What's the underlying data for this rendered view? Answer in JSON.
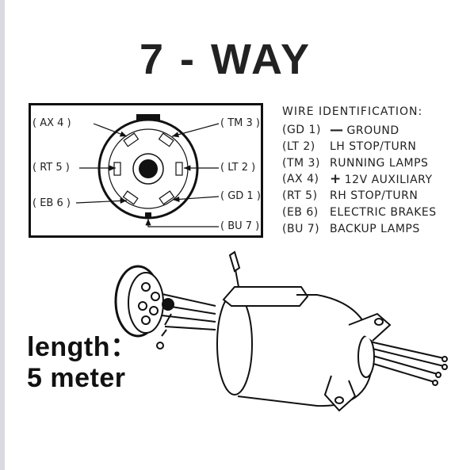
{
  "title": "7 - WAY",
  "pin_labels": {
    "ax4": "( AX 4 )",
    "rt5": "( RT 5 )",
    "eb6": "( EB 6 )",
    "tm3": "( TM 3 )",
    "lt2": "( LT 2 )",
    "gd1": "( GD 1 )",
    "bu7": "( BU 7 )"
  },
  "legend": {
    "heading": "WIRE IDENTIFICATION:",
    "rows": [
      {
        "code": "(GD 1)",
        "symbol": "—",
        "desc": "GROUND"
      },
      {
        "code": "(LT  2)",
        "symbol": "",
        "desc": "LH STOP/TURN"
      },
      {
        "code": "(TM 3)",
        "symbol": "",
        "desc": "RUNNING LAMPS"
      },
      {
        "code": "(AX 4)",
        "symbol": "+",
        "desc": "12V  AUXILIARY"
      },
      {
        "code": "(RT 5)",
        "symbol": "",
        "desc": "RH STOP/TURN"
      },
      {
        "code": "(EB 6)",
        "symbol": "",
        "desc": "ELECTRIC BRAKES"
      },
      {
        "code": "(BU 7)",
        "symbol": "",
        "desc": "BACKUP LAMPS"
      }
    ]
  },
  "length": {
    "label": "length：",
    "value": "5 meter"
  }
}
